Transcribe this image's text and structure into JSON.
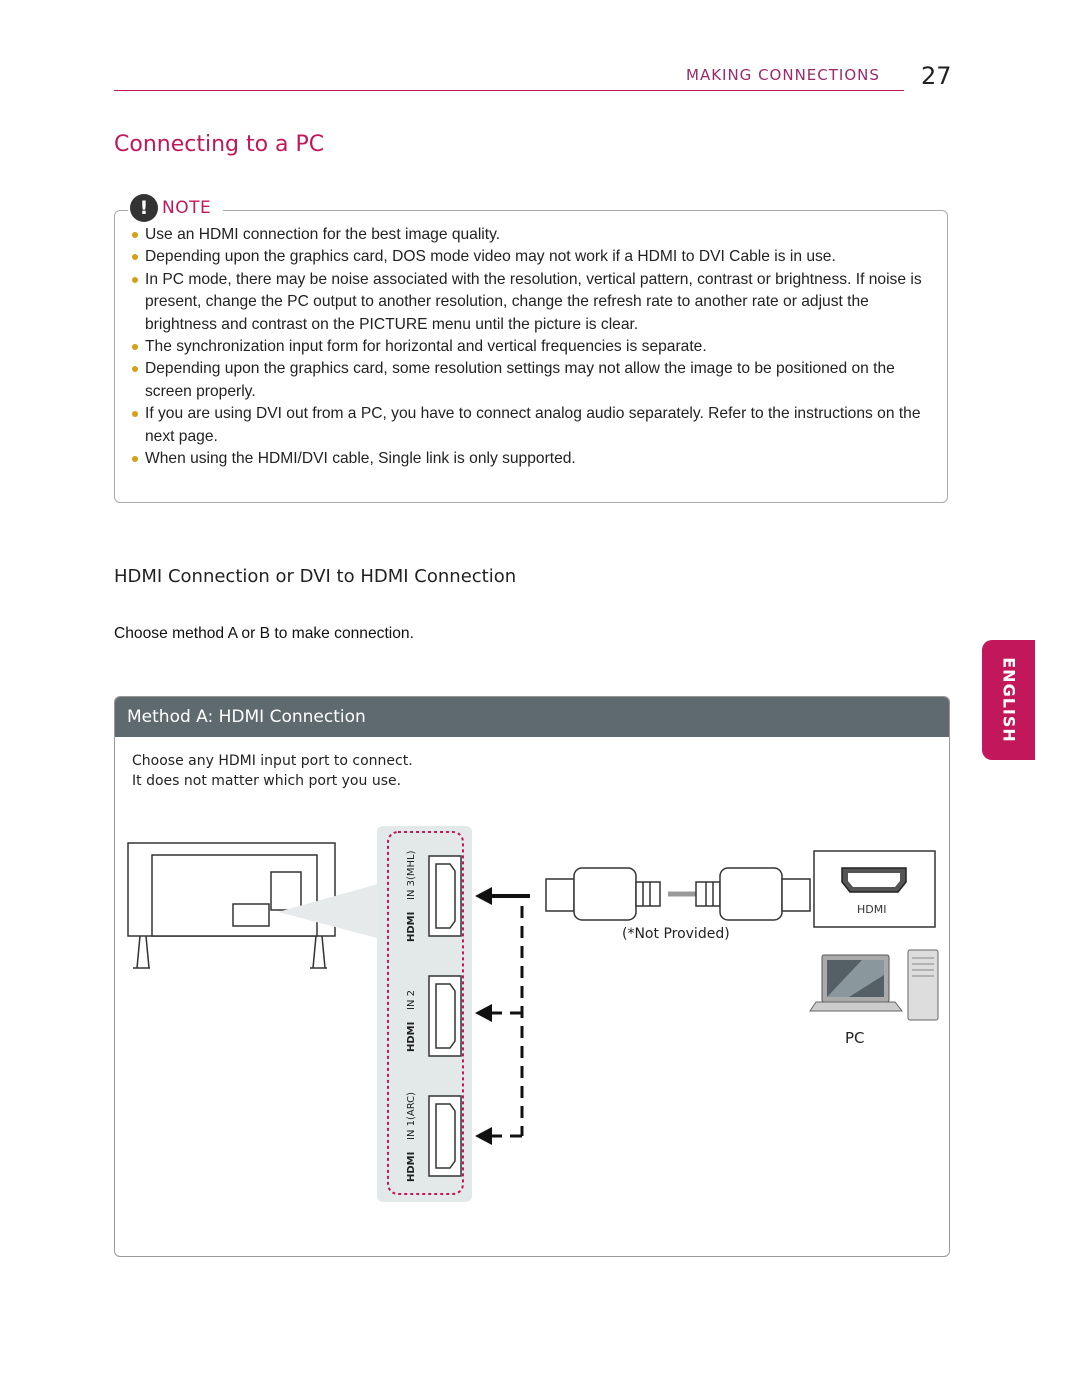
{
  "header": {
    "section": "MAKING CONNECTIONS",
    "page_number": "27"
  },
  "page_title": "Connecting to a PC",
  "note": {
    "label": "NOTE",
    "icon": "exclamation-icon",
    "items": [
      "Use an HDMI connection for the best image quality.",
      "Depending upon the graphics card, DOS mode video may not work if a HDMI to DVI Cable is in use.",
      "In PC mode, there may be noise associated with the resolution, vertical pattern, contrast or brightness. If noise is present, change the PC output to another resolution, change the refresh rate to another rate or adjust the brightness and contrast on the PICTURE menu until the picture is clear.",
      "The synchronization input form for horizontal and vertical frequencies is separate.",
      "Depending upon the graphics card, some resolution settings may not allow the image to be positioned on the screen properly.",
      "If you are using DVI out from a PC, you have to connect analog audio separately. Refer to the instructions on the next page.",
      "When using the HDMI/DVI cable, Single link is only supported."
    ]
  },
  "subheading": "HDMI Connection or DVI to HDMI Connection",
  "instruction": "Choose method A or B to make connection.",
  "method_a": {
    "title": "Method A: HDMI Connection",
    "desc_line1": "Choose any HDMI input port to connect.",
    "desc_line2": "It does not matter which port you use."
  },
  "diagram": {
    "port1": "IN 3(MHL)",
    "port2": "IN 2",
    "port3": "IN 1(ARC)",
    "hdmi_logo": "HDMI",
    "cable_note": "(*Not Provided)",
    "pc_port_label": "HDMI",
    "pc_label": "PC"
  },
  "side_tab": "ENGLISH",
  "colors": {
    "accent": "#c2185b",
    "bullet": "#d4a017",
    "method_header": "#5f6a6f"
  }
}
